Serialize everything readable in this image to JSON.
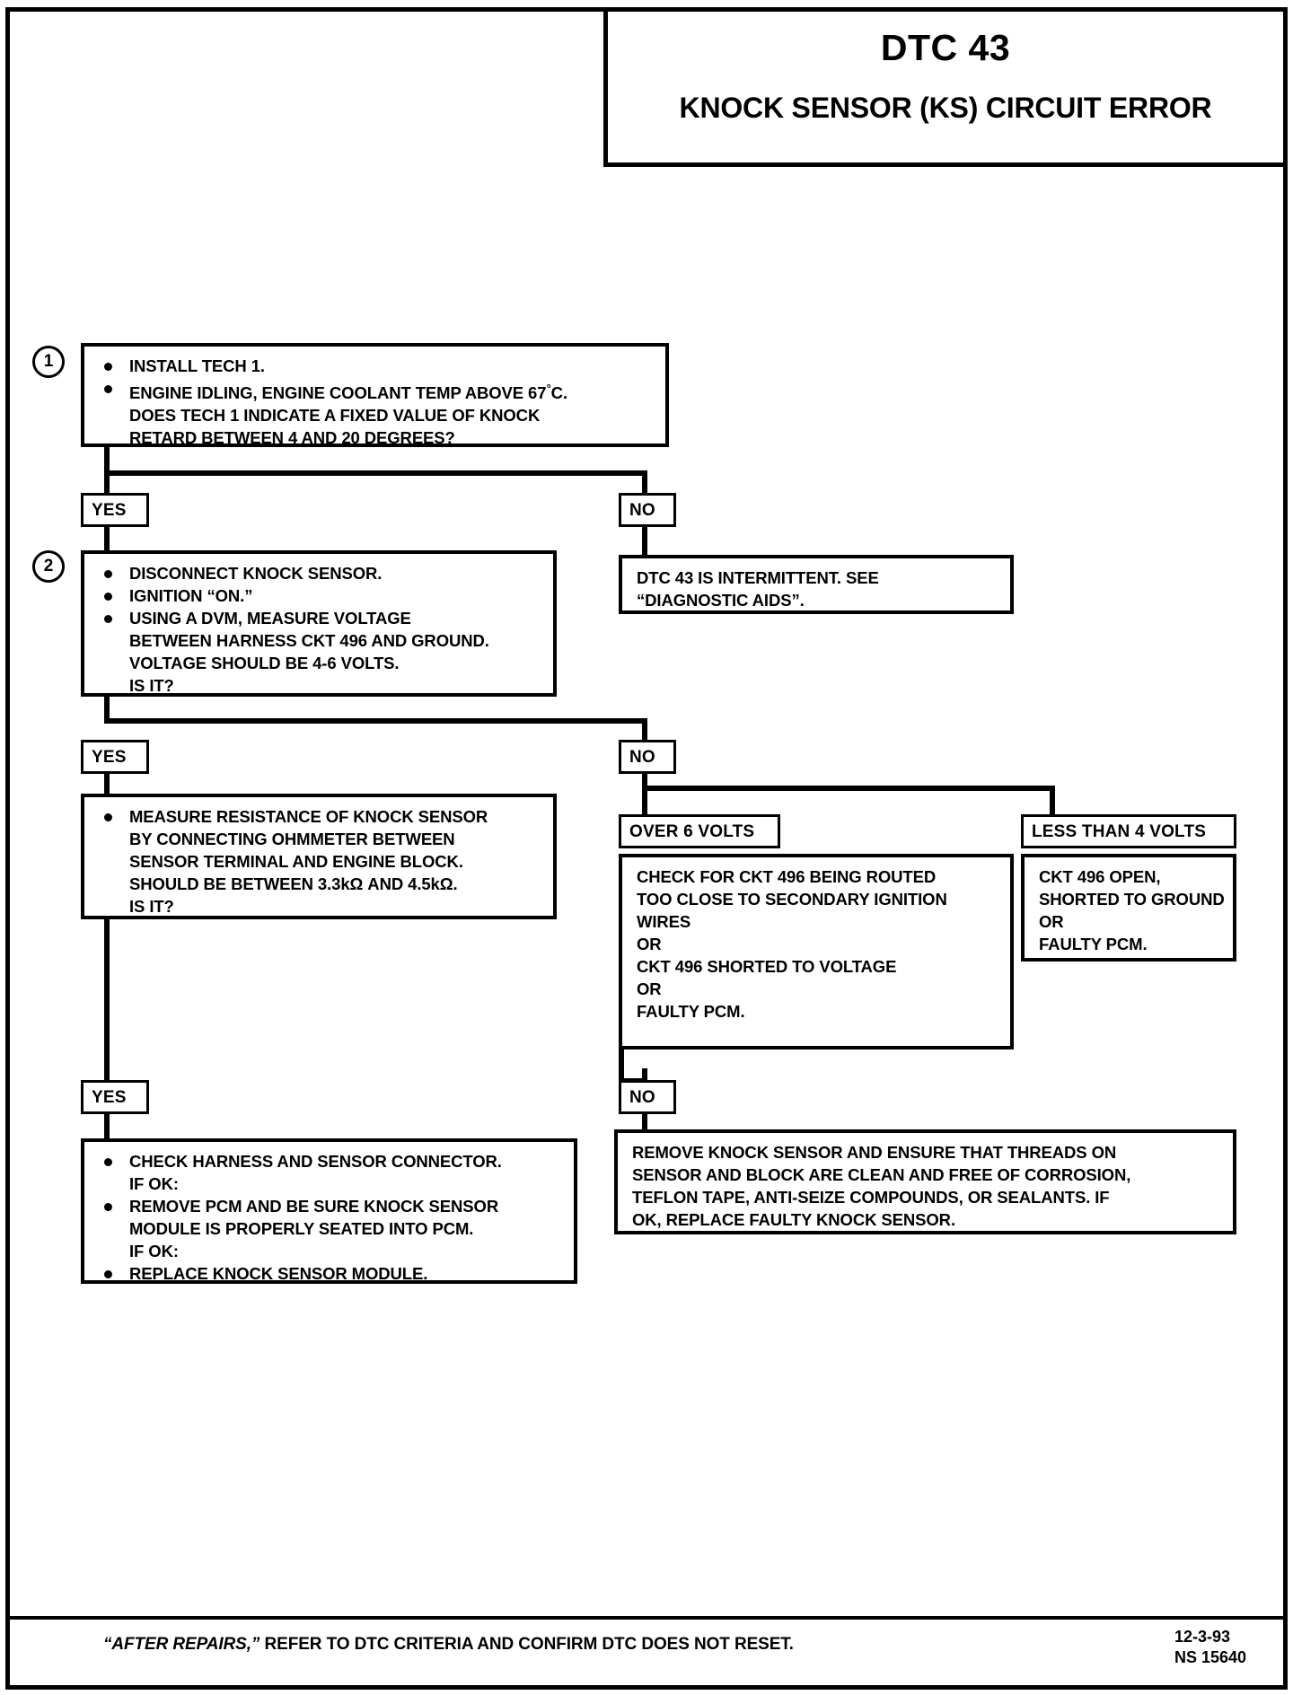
{
  "header": {
    "dtc_code": "DTC 43",
    "dtc_title": "KNOCK SENSOR (KS) CIRCUIT ERROR"
  },
  "steps": {
    "step1_number": "1",
    "step2_number": "2"
  },
  "labels": {
    "yes": "YES",
    "no": "NO",
    "over_6_volts": "OVER 6 VOLTS",
    "less_than_4_volts": "LESS THAN 4 VOLTS"
  },
  "box_step1": {
    "l1": "INSTALL TECH 1.",
    "l2": "ENGINE IDLING, ENGINE COOLANT TEMP ABOVE 67",
    "l2_unit": "C.",
    "l3": "DOES TECH 1 INDICATE A FIXED VALUE OF KNOCK",
    "l4": "RETARD BETWEEN 4 AND 20 DEGREES?"
  },
  "box_intermittent": {
    "l1": "DTC 43 IS INTERMITTENT.  SEE",
    "l2": "“DIAGNOSTIC AIDS”."
  },
  "box_step2": {
    "l1": "DISCONNECT KNOCK SENSOR.",
    "l2": "IGNITION “ON.”",
    "l3": "USING A DVM, MEASURE VOLTAGE",
    "l4": "BETWEEN HARNESS CKT 496 AND GROUND.",
    "l5": "VOLTAGE SHOULD BE 4-6 VOLTS.",
    "l6": "IS IT?"
  },
  "box_resistance": {
    "l1": "MEASURE RESISTANCE OF KNOCK SENSOR",
    "l2": "BY CONNECTING OHMMETER BETWEEN",
    "l3": "SENSOR TERMINAL AND ENGINE BLOCK.",
    "l4": "SHOULD BE BETWEEN 3.3kΩ AND 4.5kΩ.",
    "l5": "IS IT?"
  },
  "box_over6": {
    "l1": "CHECK FOR CKT 496 BEING ROUTED",
    "l2": "TOO CLOSE TO SECONDARY IGNITION",
    "l3": "WIRES",
    "l4": "OR",
    "l5": "CKT 496 SHORTED TO VOLTAGE",
    "l6": "OR",
    "l7": "FAULTY PCM."
  },
  "box_less4": {
    "l1": "CKT 496 OPEN,",
    "l2": "SHORTED TO GROUND",
    "l3": "OR",
    "l4": "FAULTY PCM."
  },
  "box_final_yes": {
    "l1": "CHECK HARNESS AND SENSOR CONNECTOR.",
    "l2": "IF OK:",
    "l3": "REMOVE PCM AND BE SURE KNOCK SENSOR",
    "l4": "MODULE IS PROPERLY SEATED INTO PCM.",
    "l5": "IF OK:",
    "l6": "REPLACE KNOCK SENSOR MODULE."
  },
  "box_final_no": {
    "l1": "REMOVE KNOCK SENSOR AND ENSURE THAT THREADS ON",
    "l2": "SENSOR AND BLOCK ARE CLEAN AND FREE OF CORROSION,",
    "l3": "TEFLON TAPE, ANTI-SEIZE COMPOUNDS, OR SEALANTS.  IF",
    "l4": "OK, REPLACE FAULTY KNOCK SENSOR."
  },
  "footer": {
    "note_em": "“AFTER REPAIRS,”",
    "note_rest": " REFER TO DTC CRITERIA AND CONFIRM DTC DOES NOT RESET.",
    "date": "12-3-93",
    "doc_id": "NS 15640"
  }
}
